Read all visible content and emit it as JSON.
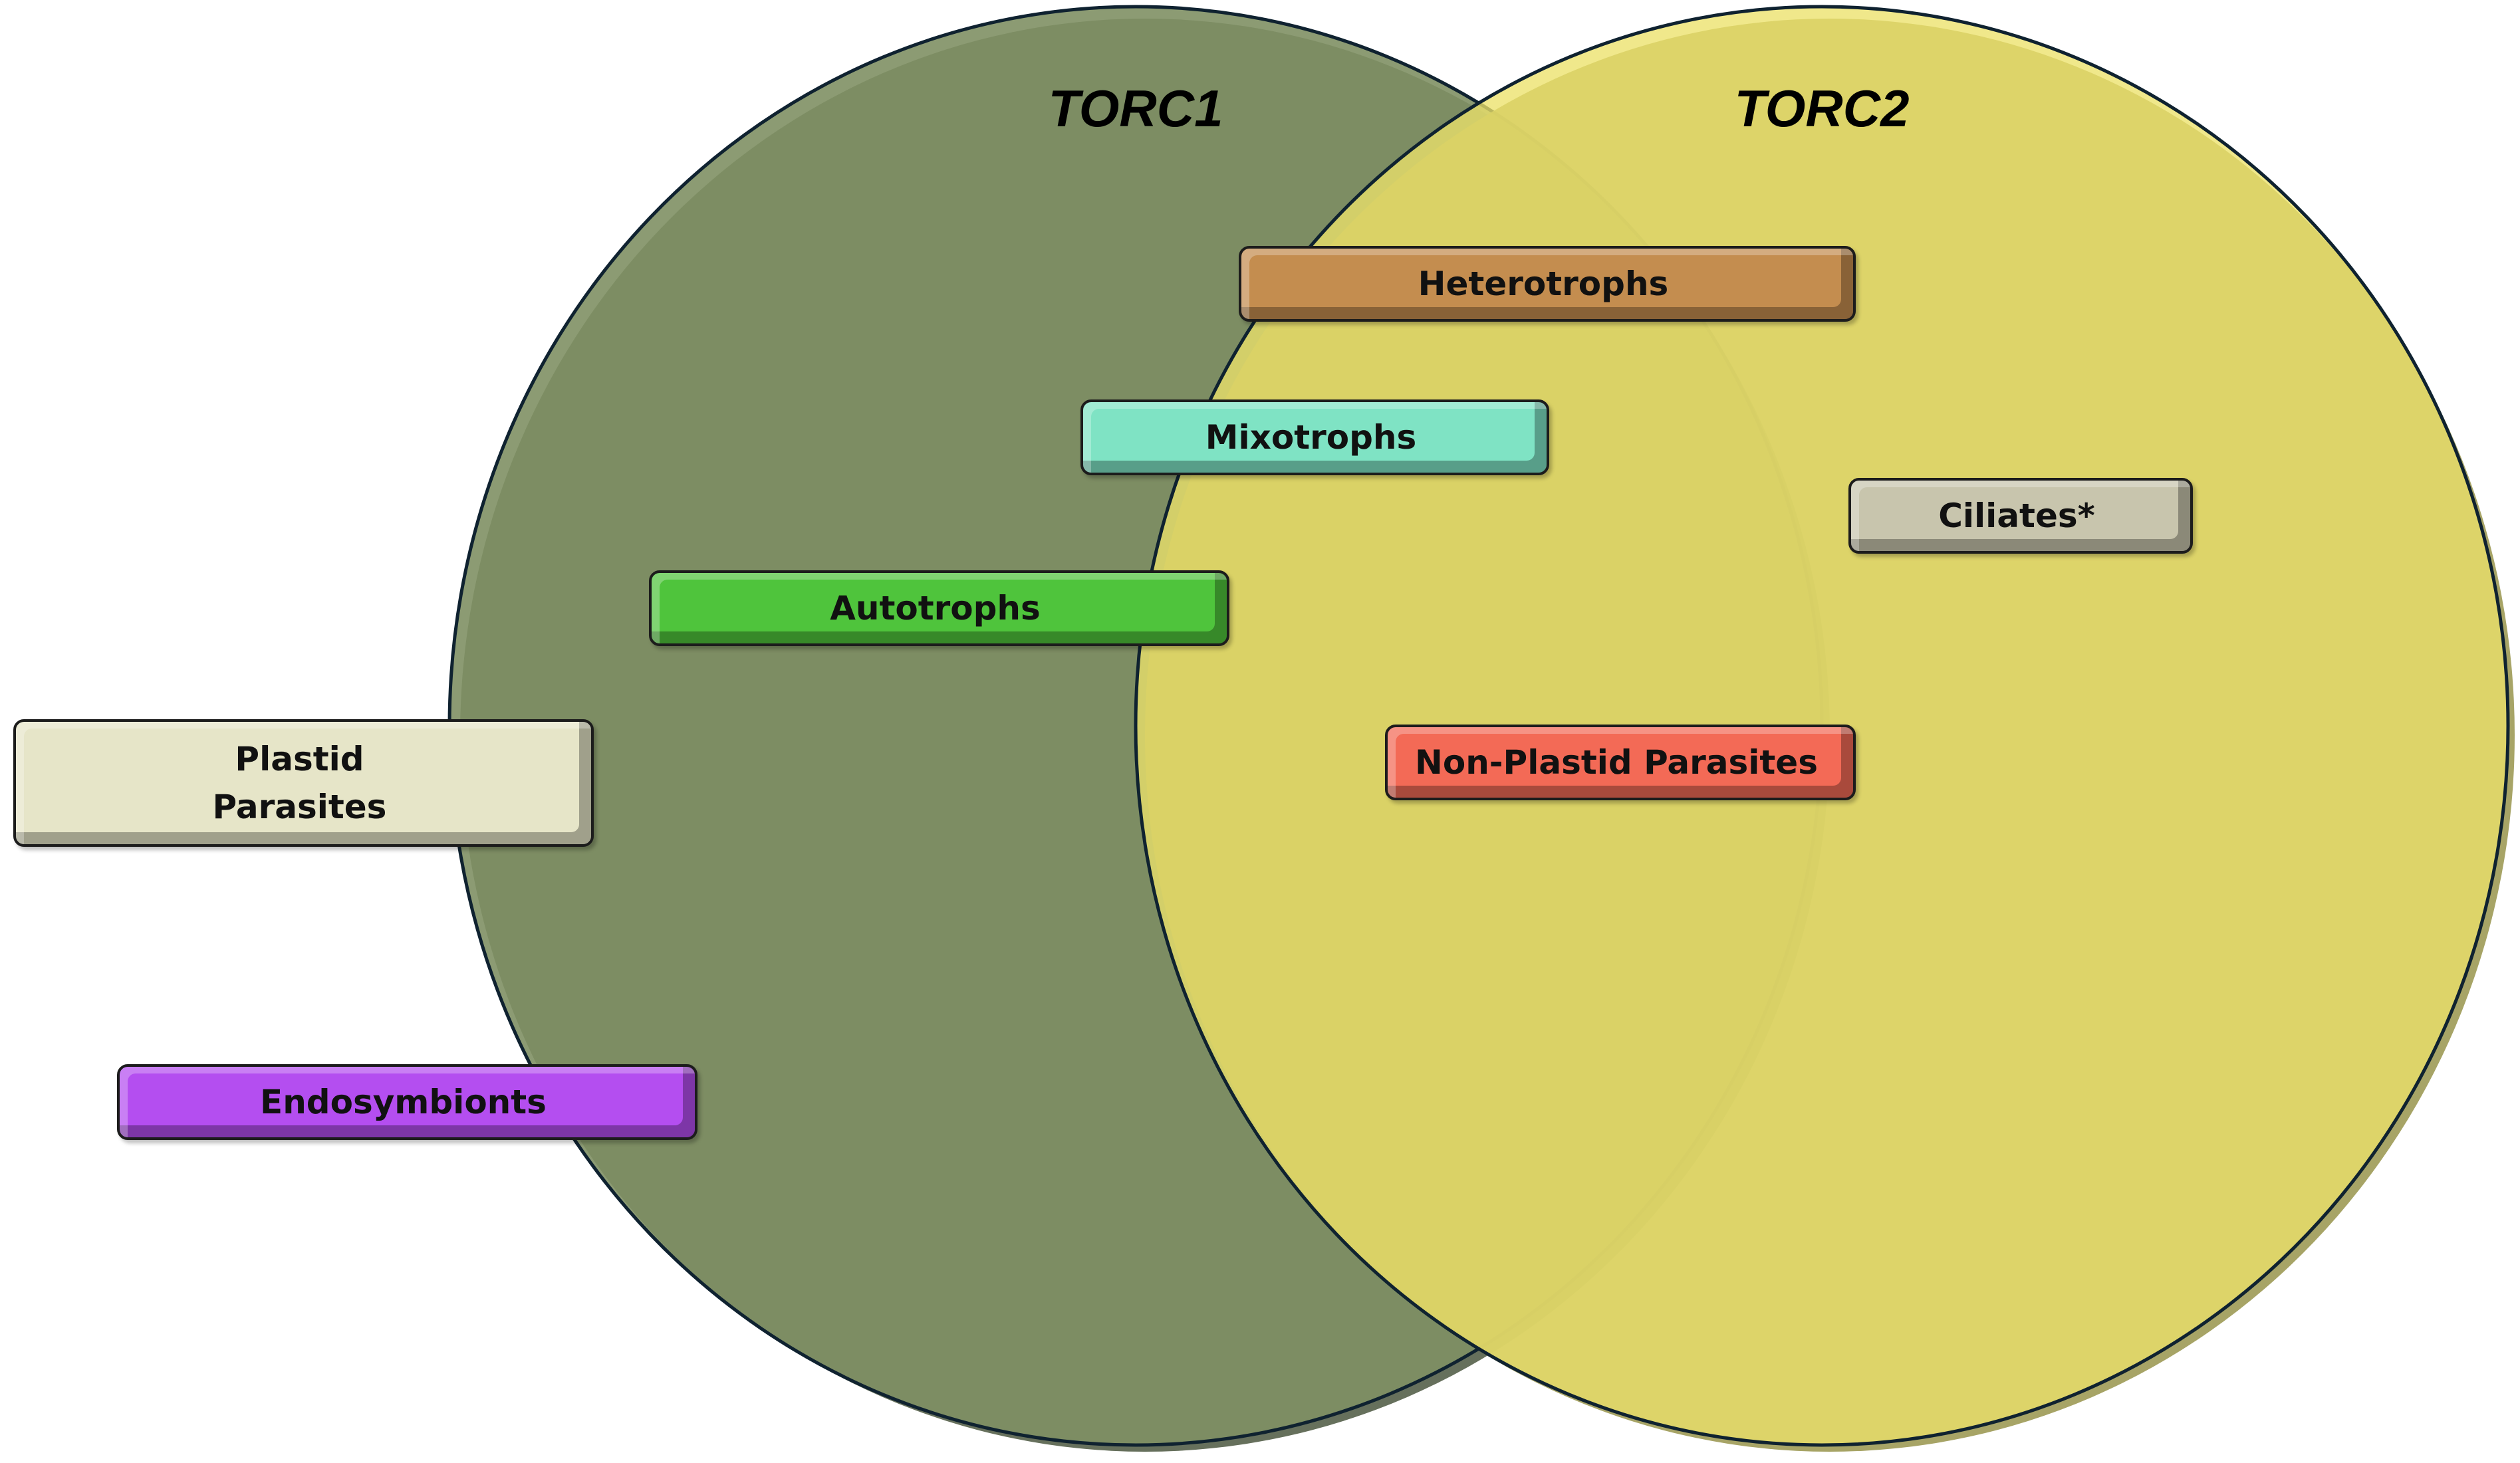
{
  "sets": [
    {
      "id": "torc1",
      "title": "TORC1",
      "fill": "#7f9064"
    },
    {
      "id": "torc2",
      "title": "TORC2",
      "fill": "#ece26a"
    }
  ],
  "groups": [
    {
      "id": "heterotrophs",
      "label": "Heterotrophs",
      "color": "#c48d4f"
    },
    {
      "id": "mixotrophs",
      "label": "Mixotrophs",
      "color": "#7fe3c4"
    },
    {
      "id": "ciliates",
      "label": "Ciliates*",
      "color": "#c8c5ad"
    },
    {
      "id": "autotrophs",
      "label": "Autotrophs",
      "color": "#4fc43c"
    },
    {
      "id": "plastid-parasites",
      "label": "Plastid\nParasites",
      "color": "#e6e5c8"
    },
    {
      "id": "non-plastid-parasites",
      "label": "Non-Plastid Parasites",
      "color": "#f36a56"
    },
    {
      "id": "endosymbionts",
      "label": "Endosymbionts",
      "color": "#b44ef0"
    }
  ]
}
